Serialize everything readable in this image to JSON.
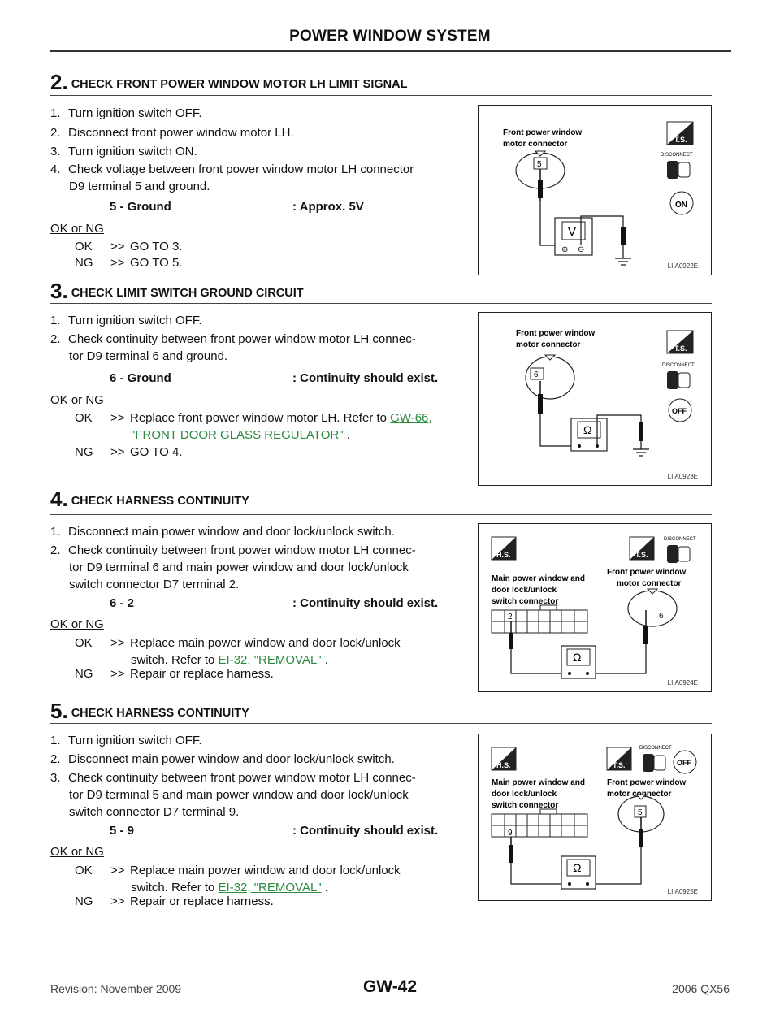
{
  "header": {
    "title": "POWER WINDOW SYSTEM"
  },
  "sections": [
    {
      "num": "2.",
      "title": "CHECK FRONT POWER WINDOW MOTOR LH LIMIT SIGNAL",
      "steps": [
        {
          "n": "1.",
          "text": "Turn ignition switch OFF."
        },
        {
          "n": "2.",
          "text": "Disconnect front power window motor LH."
        },
        {
          "n": "3.",
          "text": "Turn ignition switch ON."
        },
        {
          "n": "4.",
          "text": "Check voltage between front power window motor LH connector",
          "cont": "D9 terminal 5 and ground."
        }
      ],
      "spec_label": "5 - Ground",
      "spec_value": ": Approx. 5V",
      "ok_ng": "OK or NG",
      "results": [
        {
          "key": "OK",
          "arrow": ">>",
          "text": "GO TO 3."
        },
        {
          "key": "NG",
          "arrow": ">>",
          "text": "GO TO 5."
        }
      ],
      "figure": {
        "title1": "Front power window",
        "title2": "motor connector",
        "terminal": "5",
        "meter": "V",
        "badge": "T.S.",
        "disconnect": "DISCONNECT",
        "key": "ON",
        "id": "LIIA0922E"
      }
    },
    {
      "num": "3.",
      "title": "CHECK LIMIT SWITCH GROUND CIRCUIT",
      "steps": [
        {
          "n": "1.",
          "text": "Turn ignition switch OFF."
        },
        {
          "n": "2.",
          "text": "Check continuity between front power window motor LH connec-",
          "cont": "tor D9 terminal 6 and ground."
        }
      ],
      "spec_label": "6 - Ground",
      "spec_value": ": Continuity should exist.",
      "ok_ng": "OK or NG",
      "results": [
        {
          "key": "OK",
          "arrow": ">>",
          "text": "Replace front power window motor LH. Refer to ",
          "link1": "GW-66,",
          "link2": "\"FRONT DOOR GLASS REGULATOR\"",
          "tail": " ."
        },
        {
          "key": "NG",
          "arrow": ">>",
          "text": "GO TO 4."
        }
      ],
      "figure": {
        "title1": "Front power window",
        "title2": "motor connector",
        "terminal": "6",
        "meter": "Ω",
        "badge": "T.S.",
        "disconnect": "DISCONNECT",
        "key": "OFF",
        "id": "LIIA0923E"
      }
    },
    {
      "num": "4.",
      "title": "CHECK HARNESS CONTINUITY",
      "steps": [
        {
          "n": "1.",
          "text": "Disconnect main power window and door lock/unlock switch."
        },
        {
          "n": "2.",
          "text": "Check continuity between front power window motor LH connec-",
          "cont": "tor D9 terminal 6 and main power window and door lock/unlock",
          "cont2": "switch connector D7 terminal 2."
        }
      ],
      "spec_label": "6 - 2",
      "spec_value": ": Continuity should exist.",
      "ok_ng": "OK or NG",
      "results": [
        {
          "key": "OK",
          "arrow": ">>",
          "text": "Replace main power window and door lock/unlock",
          "cont": "switch. Refer to ",
          "link1": "EI-32, \"REMOVAL\"",
          "tail": " ."
        },
        {
          "key": "NG",
          "arrow": ">>",
          "text": "Repair or replace harness."
        }
      ],
      "figure": {
        "left1": "Main power window and",
        "left2": "door lock/unlock",
        "left3": "switch connector",
        "right1": "Front power window",
        "right2": "motor connector",
        "term_left": "2",
        "term_right": "6",
        "meter": "Ω",
        "badge_hs": "H.S.",
        "badge_ts": "T.S.",
        "disconnect": "DISCONNECT",
        "id": "LIIA0924E"
      }
    },
    {
      "num": "5.",
      "title": "CHECK HARNESS CONTINUITY",
      "steps": [
        {
          "n": "1.",
          "text": "Turn ignition switch OFF."
        },
        {
          "n": "2.",
          "text": "Disconnect main power window and door lock/unlock switch."
        },
        {
          "n": "3.",
          "text": "Check continuity between front power window motor LH connec-",
          "cont": "tor D9 terminal 5 and main power window and door lock/unlock",
          "cont2": "switch connector D7 terminal 9."
        }
      ],
      "spec_label": "5 - 9",
      "spec_value": ": Continuity should exist.",
      "ok_ng": "OK or NG",
      "results": [
        {
          "key": "OK",
          "arrow": ">>",
          "text": "Replace main power window and door lock/unlock",
          "cont": "switch. Refer to ",
          "link1": "EI-32, \"REMOVAL\"",
          "tail": " ."
        },
        {
          "key": "NG",
          "arrow": ">>",
          "text": "Repair or replace harness."
        }
      ],
      "figure": {
        "left1": "Main power window and",
        "left2": "door lock/unlock",
        "left3": "switch connector",
        "right1": "Front power window",
        "right2": "motor connector",
        "term_left": "9",
        "term_right": "5",
        "meter": "Ω",
        "badge_hs": "H.S.",
        "badge_ts": "T.S.",
        "disconnect": "DISCONNECT",
        "key": "OFF",
        "id": "LIIA0925E"
      }
    }
  ],
  "footer": {
    "left": "Revision: November 2009",
    "center": "GW-42",
    "right": "2006 QX56"
  },
  "colors": {
    "link": "#2a8a3e"
  }
}
